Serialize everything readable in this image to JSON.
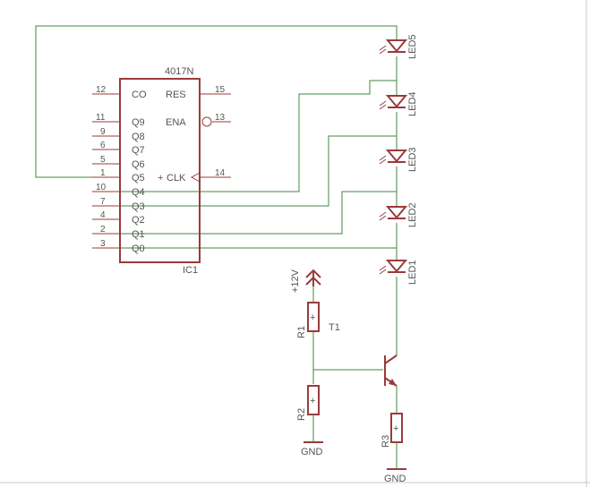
{
  "ic": {
    "part": "4017N",
    "name": "IC1",
    "left_pins": [
      {
        "num": "12",
        "label": "CO"
      },
      {
        "num": "11",
        "label": "Q9"
      },
      {
        "num": "9",
        "label": "Q8"
      },
      {
        "num": "6",
        "label": "Q7"
      },
      {
        "num": "5",
        "label": "Q6"
      },
      {
        "num": "1",
        "label": "Q5"
      },
      {
        "num": "10",
        "label": "Q4"
      },
      {
        "num": "7",
        "label": "Q3"
      },
      {
        "num": "4",
        "label": "Q2"
      },
      {
        "num": "2",
        "label": "Q1"
      },
      {
        "num": "3",
        "label": "Q0"
      }
    ],
    "right_pins": [
      {
        "num": "15",
        "label": "RES"
      },
      {
        "num": "13",
        "label": "ENA"
      },
      {
        "num": "14",
        "label": "CLK"
      }
    ],
    "clk_prefix": "+"
  },
  "leds": [
    "LED5",
    "LED4",
    "LED3",
    "LED2",
    "LED1"
  ],
  "resistors": {
    "r1": "R1",
    "r2": "R2",
    "r3": "R3",
    "plus": "+"
  },
  "transistor": "T1",
  "supply": "+12V",
  "ground": "GND"
}
